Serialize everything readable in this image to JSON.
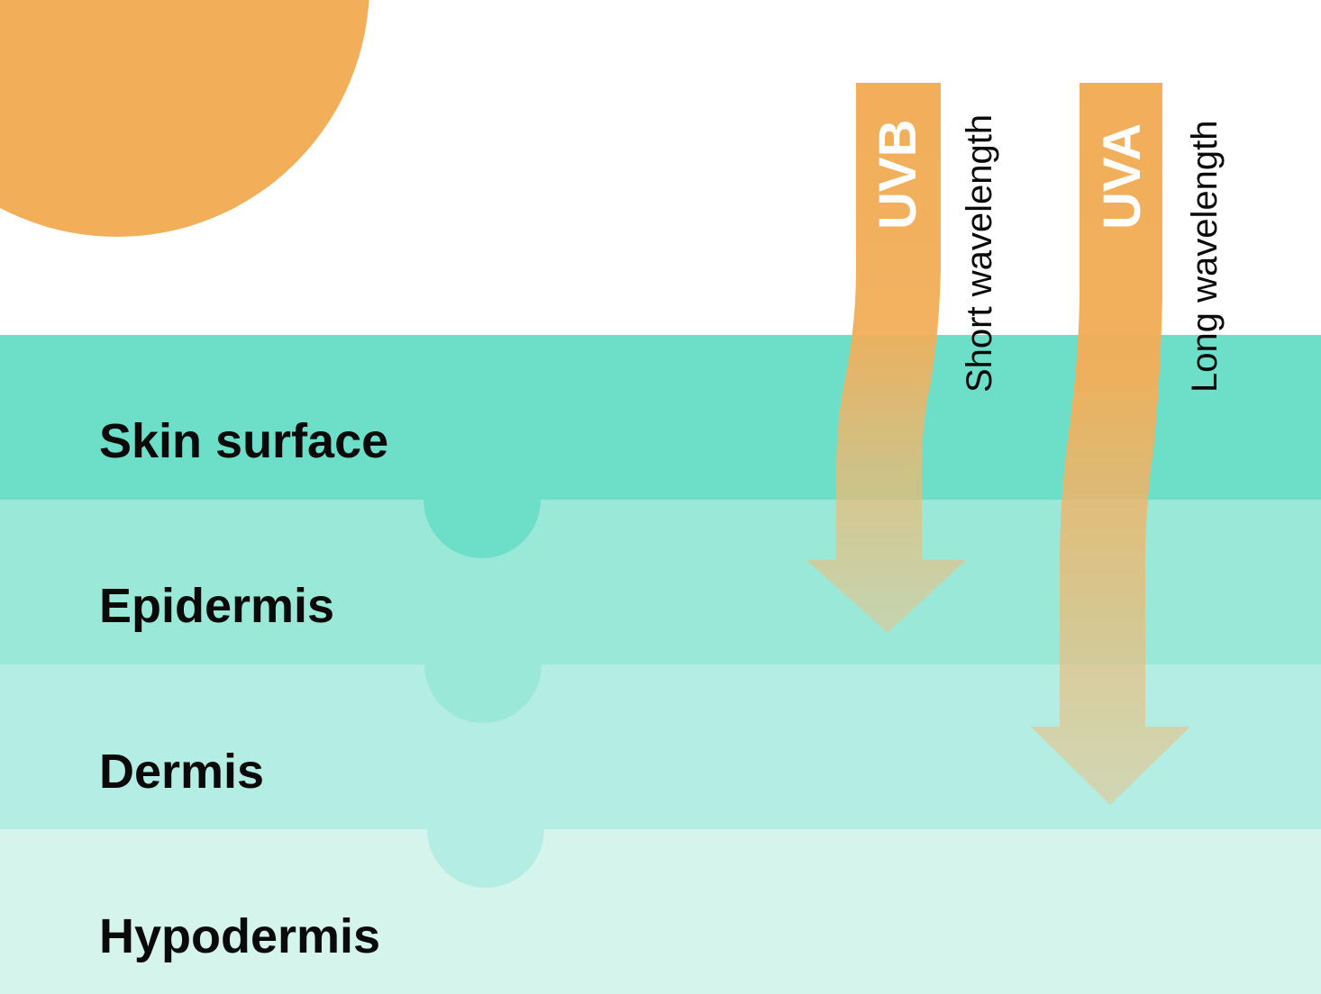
{
  "layers": [
    {
      "label": "Skin surface",
      "color": "#6ddec8"
    },
    {
      "label": "Epidermis",
      "color": "#9ae8d8"
    },
    {
      "label": "Dermis",
      "color": "#b4ede3"
    },
    {
      "label": "Hypodermis",
      "color": "#d4f4ec"
    }
  ],
  "sun_color": "#f2ae59",
  "rays": [
    {
      "name": "UVB",
      "caption": "Short wavelength"
    },
    {
      "name": "UVA",
      "caption": "Long wavelength"
    }
  ]
}
